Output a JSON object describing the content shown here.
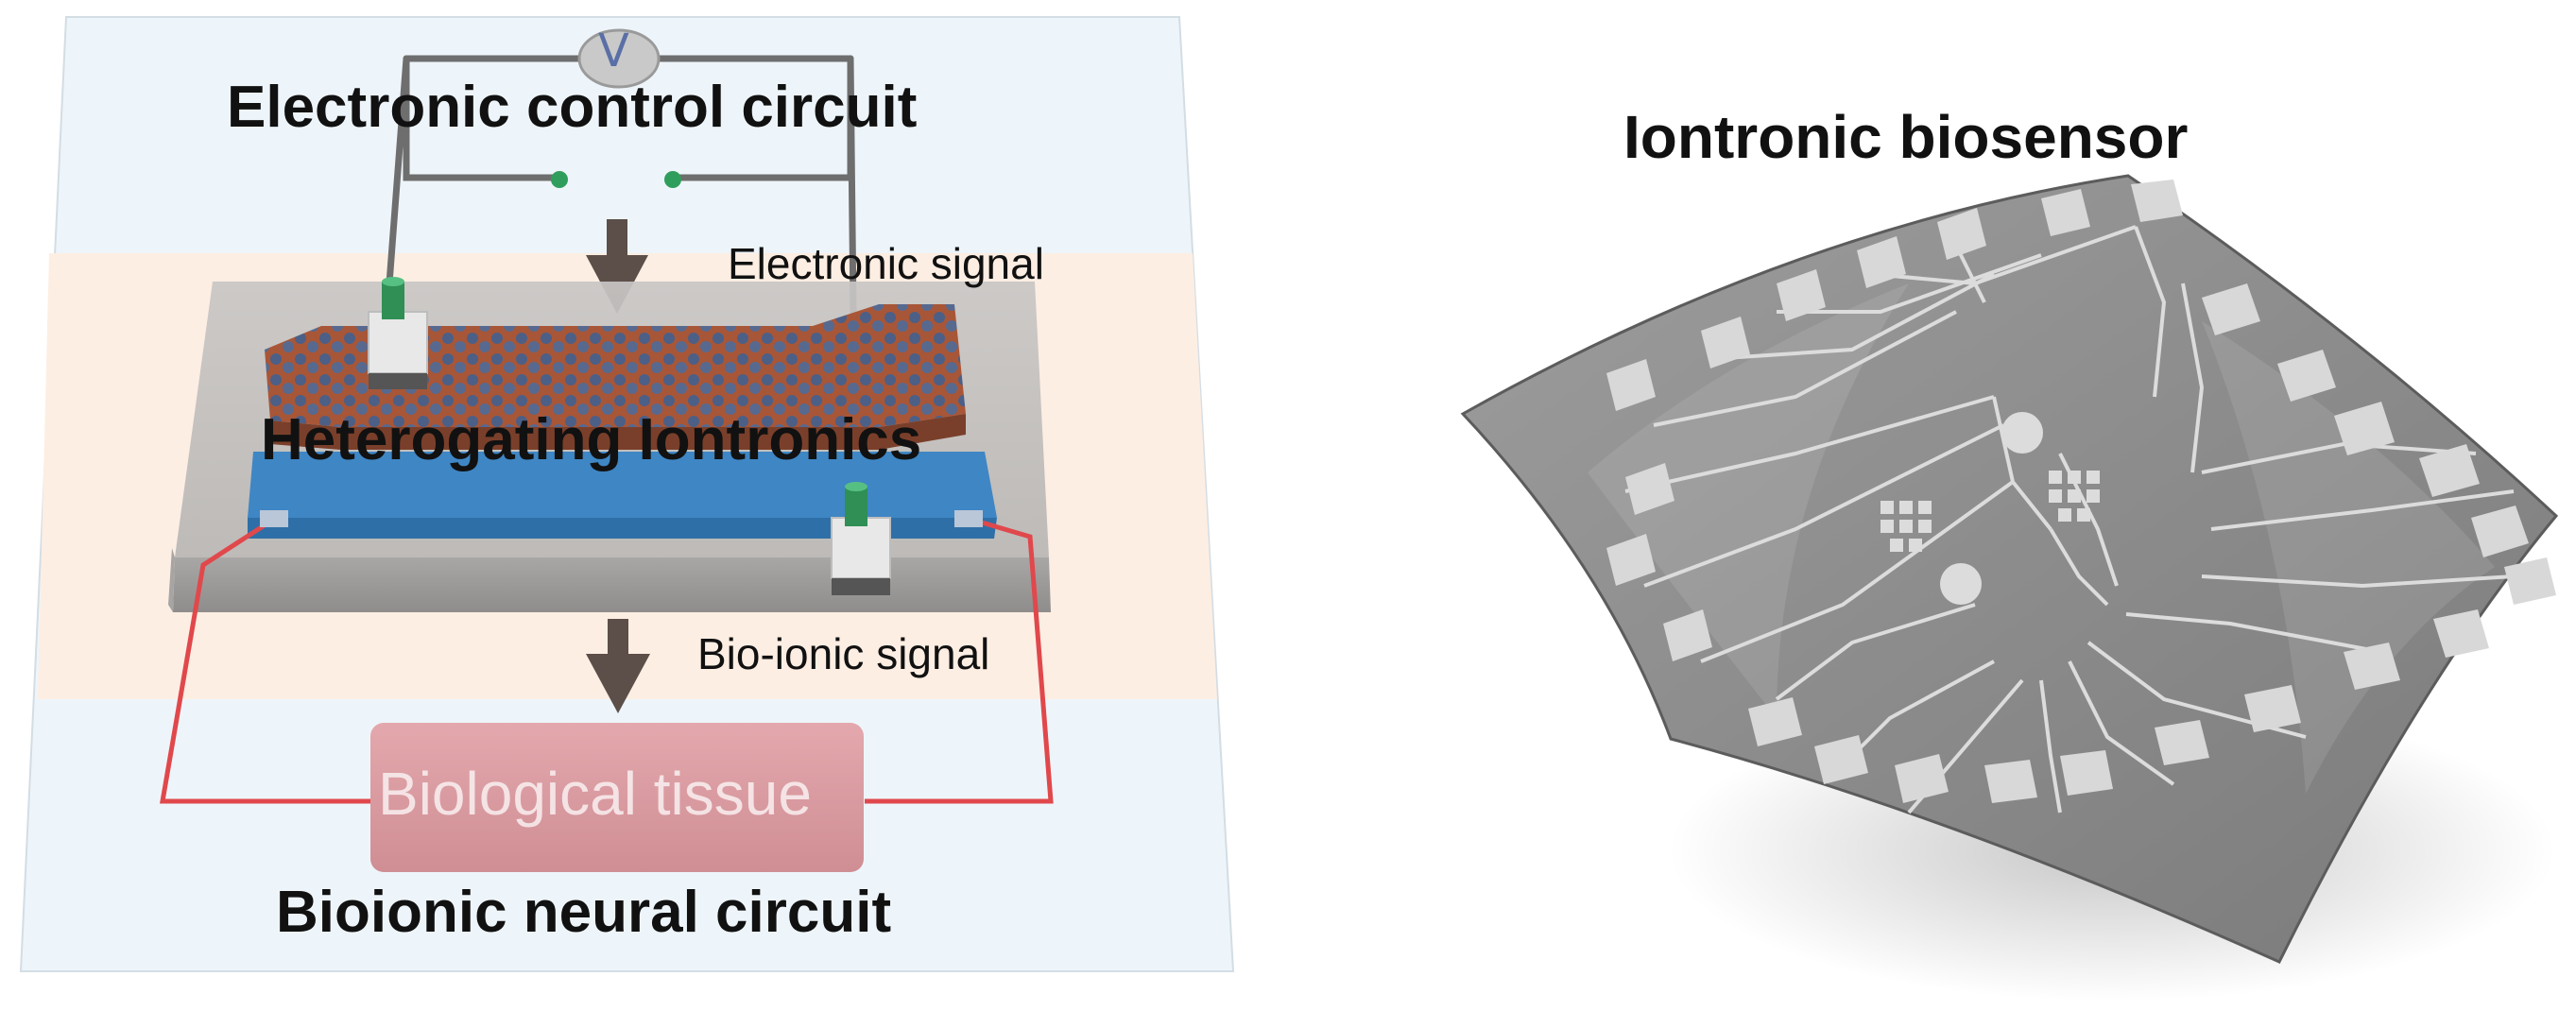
{
  "figure": {
    "left_panel": {
      "control_circuit_title": "Electronic control circuit",
      "voltmeter_symbol": "V",
      "electronic_signal_label": "Electronic signal",
      "device_title": "Heterogating Iontronics",
      "bio_ionic_signal_label": "Bio-ionic signal",
      "tissue_label": "Biological tissue",
      "neural_circuit_title": "Bioionic neural circuit"
    },
    "right_panel": {
      "sensor_title": "Iontronic biosensor"
    }
  },
  "colors": {
    "electronic_zone": "#eef5fa",
    "iontronic_zone": "#fdeee3",
    "ionic_channel": "#3f86c4",
    "electronic_channel": "#a85638",
    "tissue": "#d9a0a4",
    "wire_red": "#e0484c",
    "wire_gray": "#6e6e6e",
    "arrow": "#5c4f49",
    "electrode_green": "#2f8f55",
    "sensor_sheet": "#8a8a8a",
    "sensor_pad": "#d8d8d8"
  }
}
